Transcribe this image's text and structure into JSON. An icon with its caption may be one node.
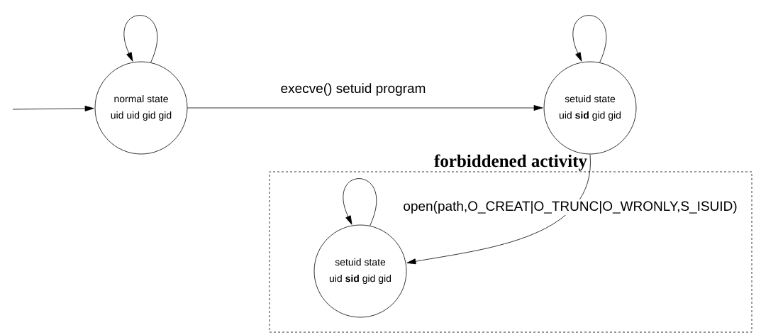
{
  "diagram": {
    "nodes": [
      {
        "text": [
          "normal state",
          "uid uid gid gid"
        ]
      },
      {
        "text": [
          "setuid state",
          "uid **sid** gid gid"
        ]
      },
      {
        "text": [
          "forbiddened activity"
        ]
      },
      {
        "text": [
          "setuid state",
          "uid **sid** gid gid"
        ],
        "in": 2
      }
    ],
    "edges": [
      {
        "from": null,
        "to": 0,
        "arrow": "to"
      },
      {
        "from": 0,
        "to": 0,
        "arrow": "to"
      },
      {
        "from": 0,
        "to": 1,
        "arrow": "to",
        "label": "execve() setuid  program"
      },
      {
        "from": 1,
        "to": 1,
        "arrow": "to"
      },
      {
        "from": 1,
        "to": 3,
        "arrow": "to",
        "label": "open(path,O_CREAT|O_TRUNC|O_WRONLY,S_ISUID)"
      },
      {
        "from": 3,
        "to": 3,
        "arrow": "to"
      }
    ]
  }
}
